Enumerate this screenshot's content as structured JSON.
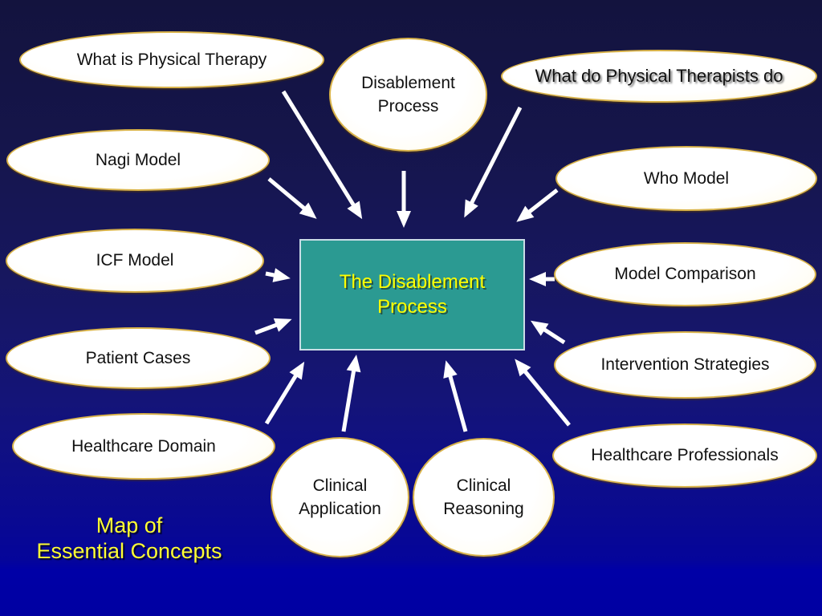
{
  "slide_title": "Map of Essential Concepts",
  "caption": {
    "label": "Map of\nEssential Concepts"
  },
  "center": {
    "label": "The Disablement\nProcess"
  },
  "nodes": [
    {
      "id": "what-is-physical-therapy",
      "label": "What is Physical Therapy"
    },
    {
      "id": "disablement-process",
      "label": "Disablement\nProcess"
    },
    {
      "id": "what-do-physical-therapists-do",
      "label": "What do Physical Therapists do"
    },
    {
      "id": "nagi-model",
      "label": "Nagi Model"
    },
    {
      "id": "who-model",
      "label": "Who Model"
    },
    {
      "id": "icf-model",
      "label": "ICF Model"
    },
    {
      "id": "model-comparison",
      "label": "Model Comparison"
    },
    {
      "id": "patient-cases",
      "label": "Patient Cases"
    },
    {
      "id": "intervention-strategies",
      "label": "Intervention Strategies"
    },
    {
      "id": "healthcare-domain",
      "label": "Healthcare Domain"
    },
    {
      "id": "healthcare-professionals",
      "label": "Healthcare Professionals"
    },
    {
      "id": "clinical-application",
      "label": "Clinical\nApplication"
    },
    {
      "id": "clinical-reasoning",
      "label": "Clinical\nReasoning"
    }
  ],
  "edges": [
    {
      "from": "what-is-physical-therapy",
      "to": "center"
    },
    {
      "from": "nagi-model",
      "to": "center"
    },
    {
      "from": "disablement-process",
      "to": "center"
    },
    {
      "from": "what-do-physical-therapists-do",
      "to": "center"
    },
    {
      "from": "who-model",
      "to": "center"
    },
    {
      "from": "icf-model",
      "to": "center"
    },
    {
      "from": "model-comparison",
      "to": "center"
    },
    {
      "from": "patient-cases",
      "to": "center"
    },
    {
      "from": "intervention-strategies",
      "to": "center"
    },
    {
      "from": "healthcare-domain",
      "to": "center"
    },
    {
      "from": "clinical-application",
      "to": "center"
    },
    {
      "from": "clinical-reasoning",
      "to": "center"
    },
    {
      "from": "healthcare-professionals",
      "to": "center"
    }
  ],
  "colors": {
    "teal": "#2B9A92",
    "yellow": "#FFFF00",
    "caption-yellow": "#FFFF33",
    "gold": "#D9B34A",
    "arrow-white": "#FFFFFF",
    "background-top": "#13133E",
    "background-bottom": "#0000A2"
  }
}
